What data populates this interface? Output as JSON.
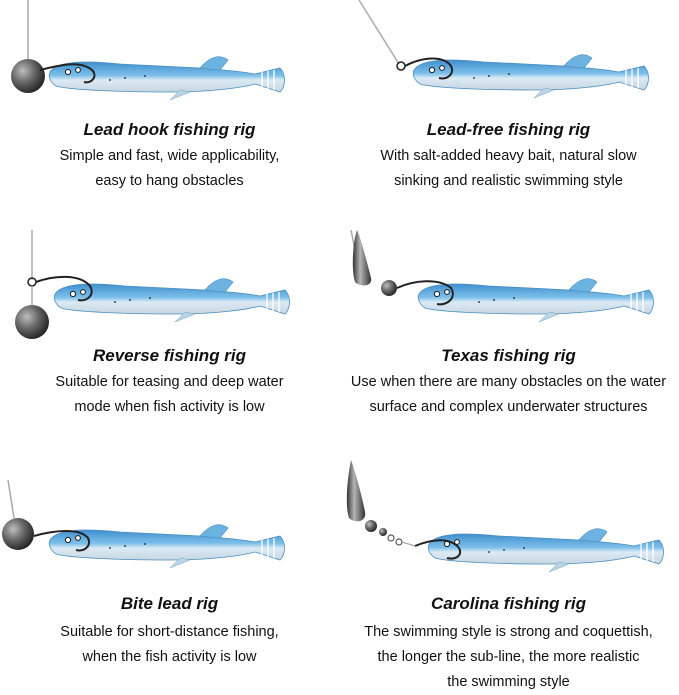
{
  "rigs": [
    {
      "title": "Lead hook fishing rig",
      "description": [
        "Simple and fast, wide applicability,",
        "easy to hang obstacles"
      ]
    },
    {
      "title": "Lead-free fishing rig",
      "description": [
        "With salt-added heavy bait, natural slow",
        "sinking and realistic swimming style"
      ]
    },
    {
      "title": "Reverse fishing rig",
      "description": [
        "Suitable for teasing and deep water",
        "mode when fish activity is low"
      ]
    },
    {
      "title": "Texas fishing rig",
      "description": [
        "Use when there are many obstacles on the water",
        "surface and complex underwater structures"
      ]
    },
    {
      "title": "Bite lead rig",
      "description": [
        "Suitable for short-distance fishing,",
        "when the fish activity is low"
      ]
    },
    {
      "title": "Carolina fishing rig",
      "description": [
        "The swimming style is strong and coquettish,",
        "the longer the sub-line, the more realistic",
        "the swimming style"
      ]
    }
  ],
  "colors": {
    "lure_body": "#5aa9dd",
    "lure_belly": "#e8f2f8",
    "lead_weight": "#555555",
    "line": "#999999",
    "text": "#111111"
  }
}
